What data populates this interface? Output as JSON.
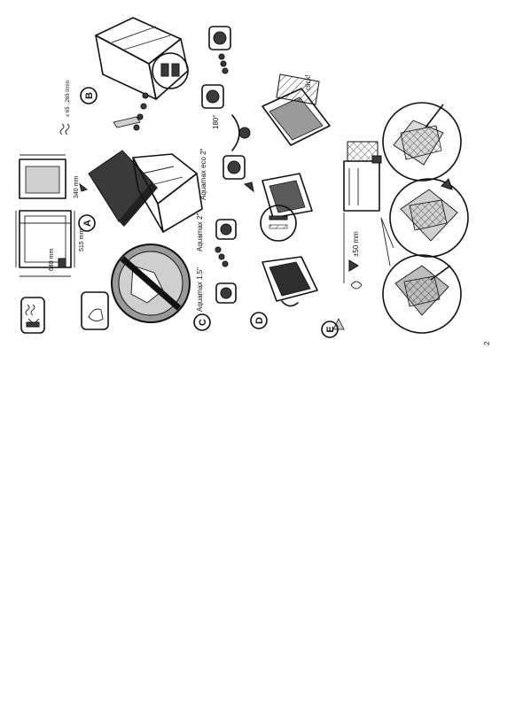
{
  "page": {
    "page_number": "2"
  },
  "sections": [
    {
      "letter": "A",
      "dims": [
        "640 mm",
        "515 mm",
        "340 mm"
      ]
    },
    {
      "letter": "B",
      "flow": "≤ 65 ..265 l/min"
    },
    {
      "letter": "C",
      "pumps": [
        "Aquamax 1.5\"",
        "Aquamax 2\"",
        "Aquamax eco 2\""
      ],
      "angle": "180°"
    },
    {
      "letter": "D",
      "click": "click!"
    },
    {
      "letter": "E",
      "depth": "±50 mm"
    }
  ],
  "icons": [
    "flow-rate-icon",
    "hand-gesture-icon",
    "prohibited-icon",
    "water-level-icon"
  ]
}
